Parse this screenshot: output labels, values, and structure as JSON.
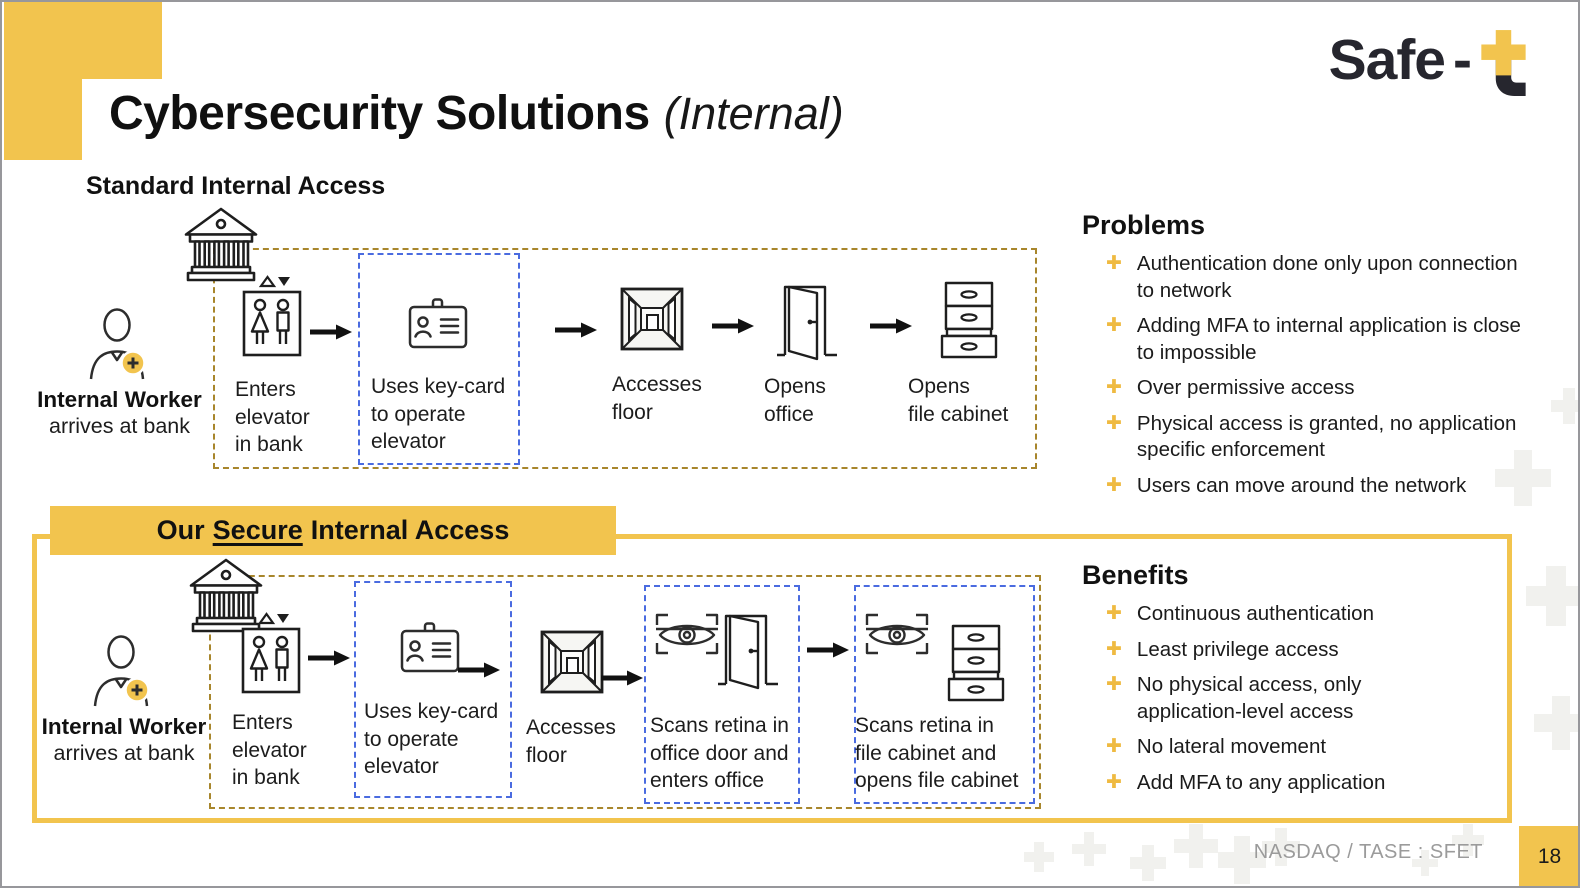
{
  "slide": {
    "title": "Cybersecurity Solutions",
    "title_suffix": "(Internal)",
    "logo_text": "Safe",
    "logo_hyphen": "-",
    "footer_ticker": "NASDAQ / TASE : SFET",
    "page_number": "18"
  },
  "ui": {
    "bullet_glyph": "✚",
    "accent_yellow": "#F2C44E",
    "gold_dash_color": "#A8862C",
    "blue_dash_color": "#4A6BE0",
    "text_dark": "#1B1B1B",
    "ticker_gray": "#9B9B9B"
  },
  "standard_flow": {
    "heading": "Standard Internal Access",
    "actor_name": "Internal Worker",
    "actor_caption": "arrives at bank",
    "steps": [
      {
        "label": "Enters\nelevator\nin bank"
      },
      {
        "label": "Uses key-card\nto operate\nelevator"
      },
      {
        "label": "Accesses\nfloor"
      },
      {
        "label": "Opens\noffice"
      },
      {
        "label": "Opens\nfile cabinet"
      }
    ]
  },
  "problems": {
    "heading": "Problems",
    "items": [
      "Authentication done only upon connection to network",
      "Adding MFA to internal application is close to impossible",
      "Over permissive access",
      "Physical access is granted, no application specific enforcement",
      "Users can move around the network"
    ]
  },
  "secure_flow": {
    "heading_pre": "Our",
    "heading_underlined": "Secure",
    "heading_post": "Internal Access",
    "actor_name": "Internal Worker",
    "actor_caption": "arrives at bank",
    "steps": [
      {
        "label": "Enters\nelevator\nin bank"
      },
      {
        "label": "Uses key-card\nto operate\nelevator"
      },
      {
        "label": "Accesses\nfloor"
      },
      {
        "label": "Scans retina in\noffice door and\nenters office"
      },
      {
        "label": "Scans retina in\nfile cabinet and\nopens file cabinet"
      }
    ]
  },
  "benefits": {
    "heading": "Benefits",
    "items": [
      "Continuous authentication",
      "Least privilege access",
      "No physical access, only application-level access",
      "No lateral movement",
      "Add MFA to any application"
    ]
  }
}
